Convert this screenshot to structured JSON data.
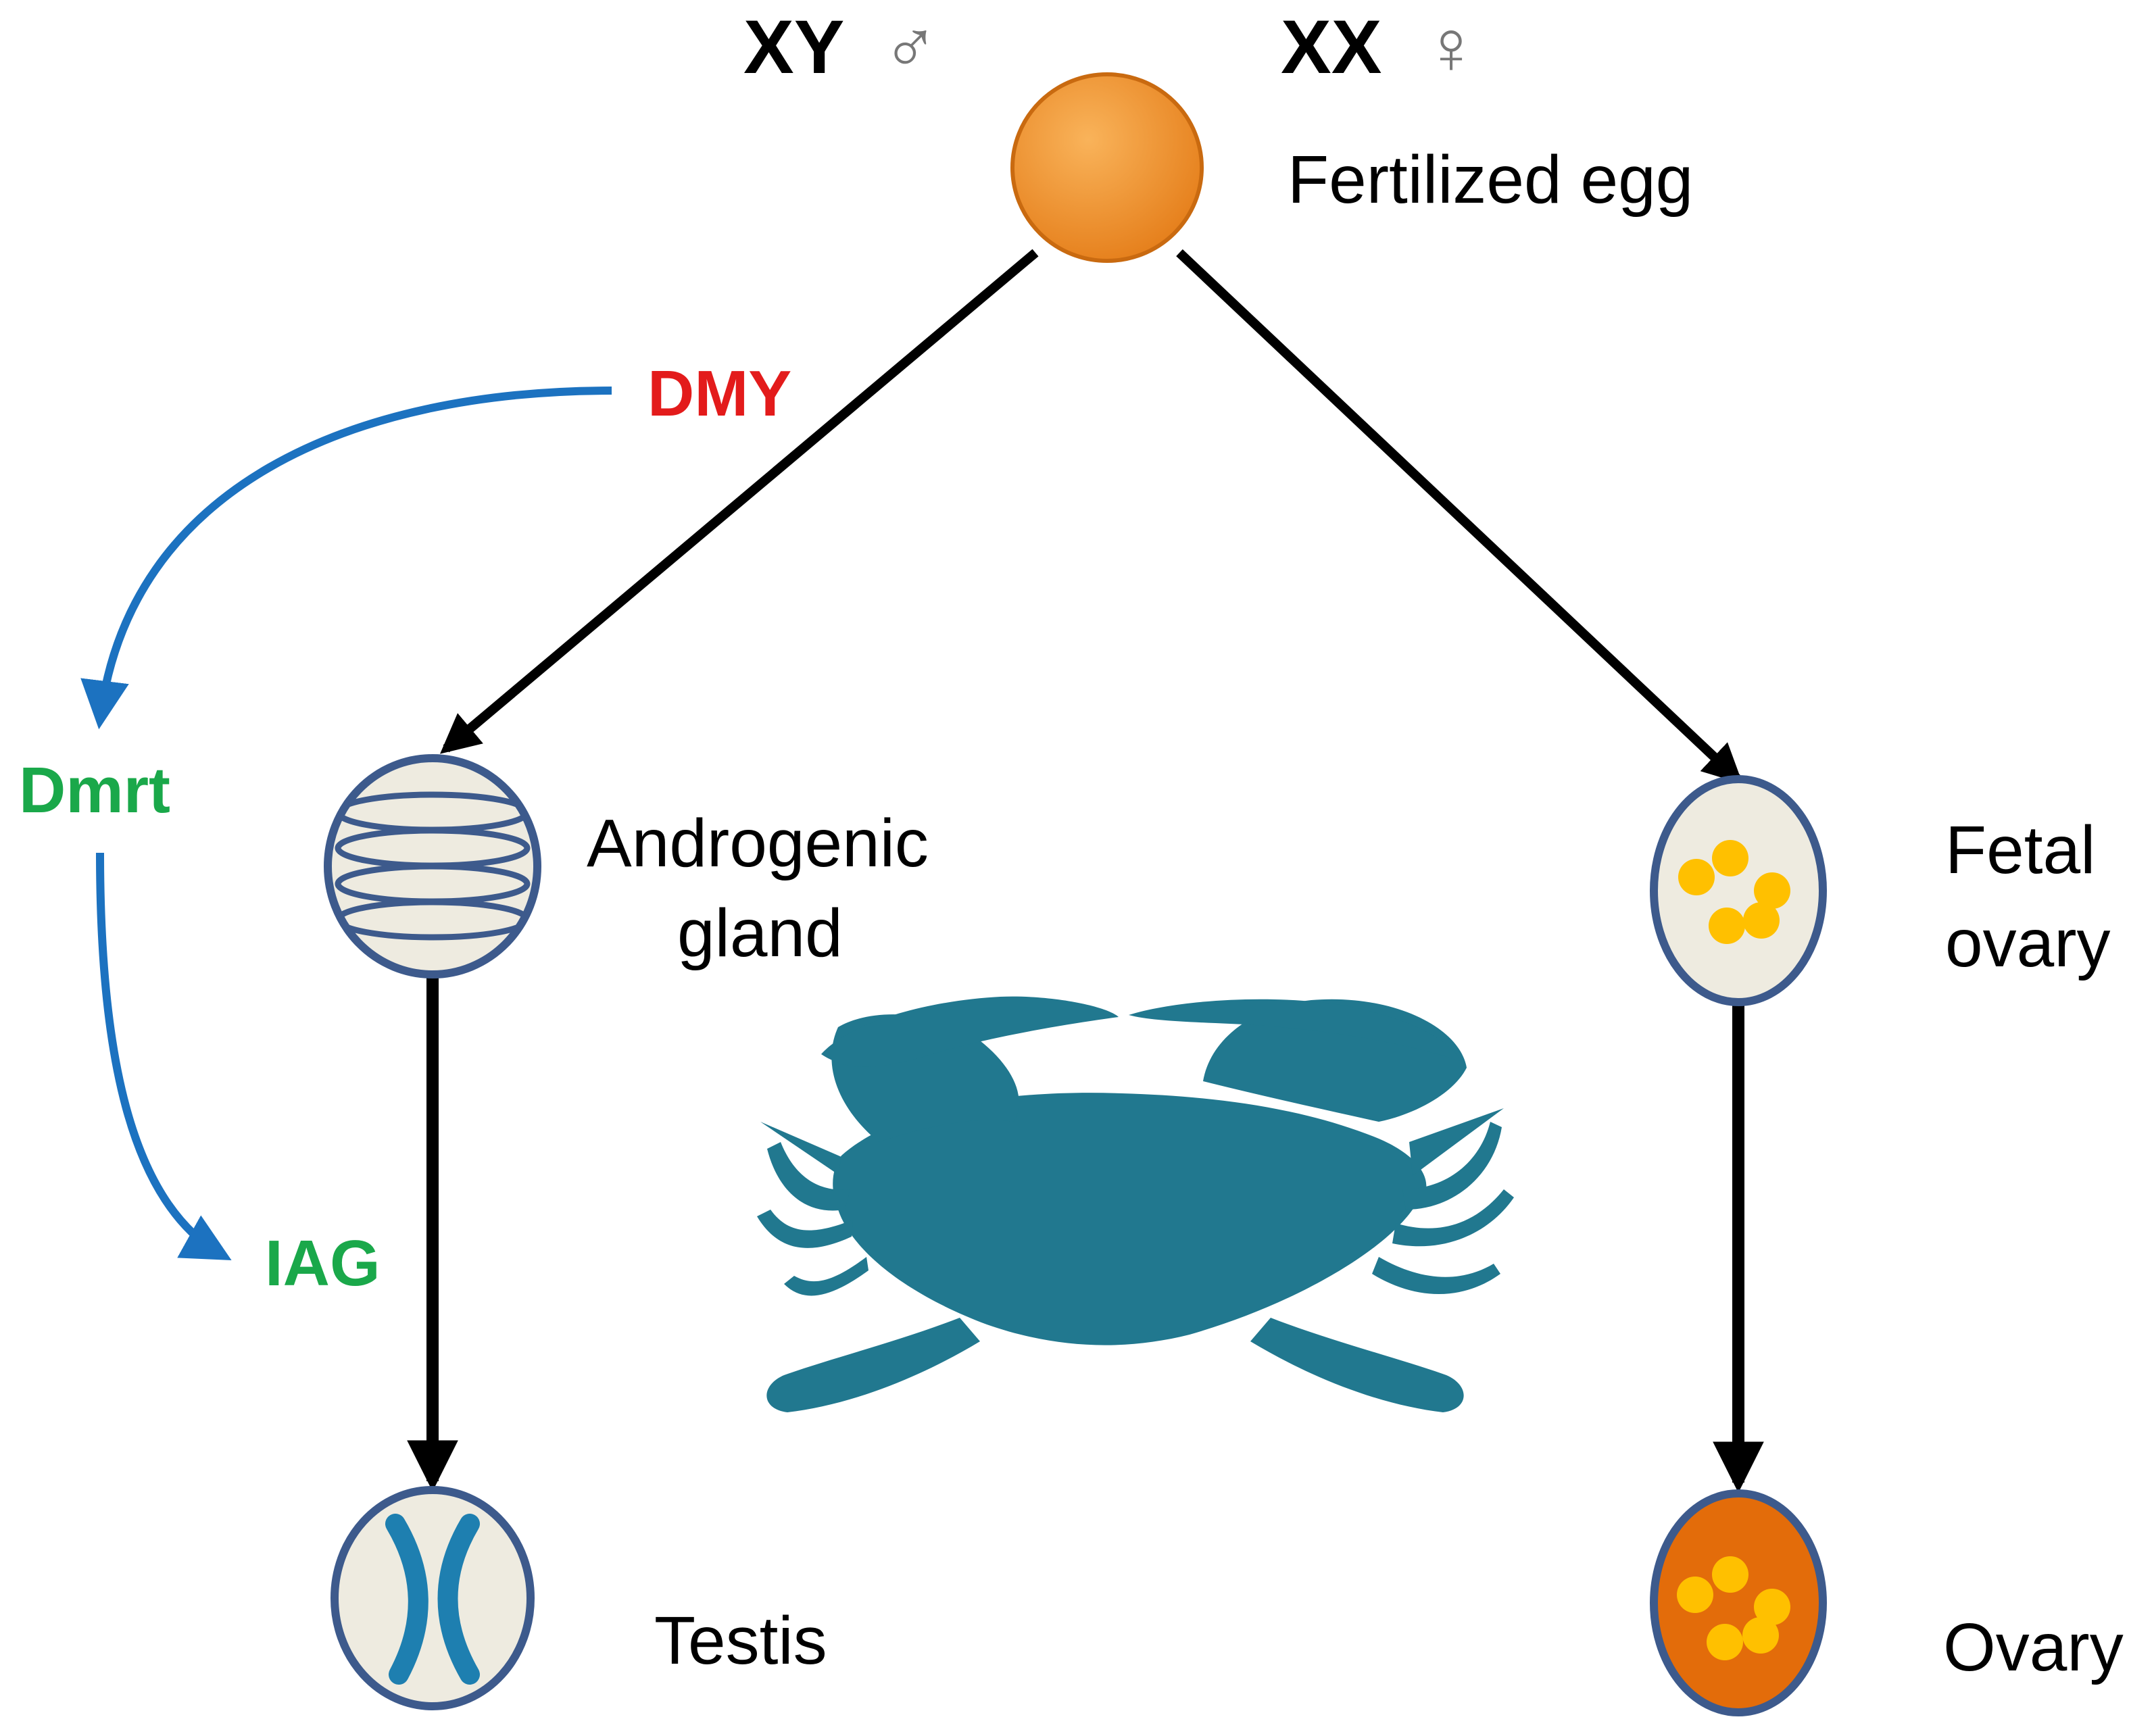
{
  "header": {
    "male_genotype": "XY",
    "male_symbol": "♂",
    "female_genotype": "XX",
    "female_symbol": "♀"
  },
  "nodes": {
    "egg_label": "Fertilized egg",
    "androgenic_line1": "Androgenic",
    "androgenic_line2": "gland",
    "testis_label": "Testis",
    "fetal_line1": "Fetal",
    "fetal_line2": "ovary",
    "ovary_label": "Ovary"
  },
  "genes": {
    "dmy": "DMY",
    "dmrt": "Dmrt",
    "iag": "IAG"
  },
  "colors": {
    "egg": "#f0922e",
    "node_fill": "#eeebe0",
    "node_stroke": "#3d5a8c",
    "gonad_lines": "#3d5a8c",
    "testis_x": "#1e7fb0",
    "yolk": "#ffc000",
    "ovary_fill": "#e36c0a",
    "crab": "#21788f",
    "gene_red": "#e31b1b",
    "gene_green": "#1aa84a",
    "curve_blue": "#1c72c0",
    "arrow": "#000000"
  },
  "icons": {
    "crab": "blue-crab-silhouette"
  }
}
